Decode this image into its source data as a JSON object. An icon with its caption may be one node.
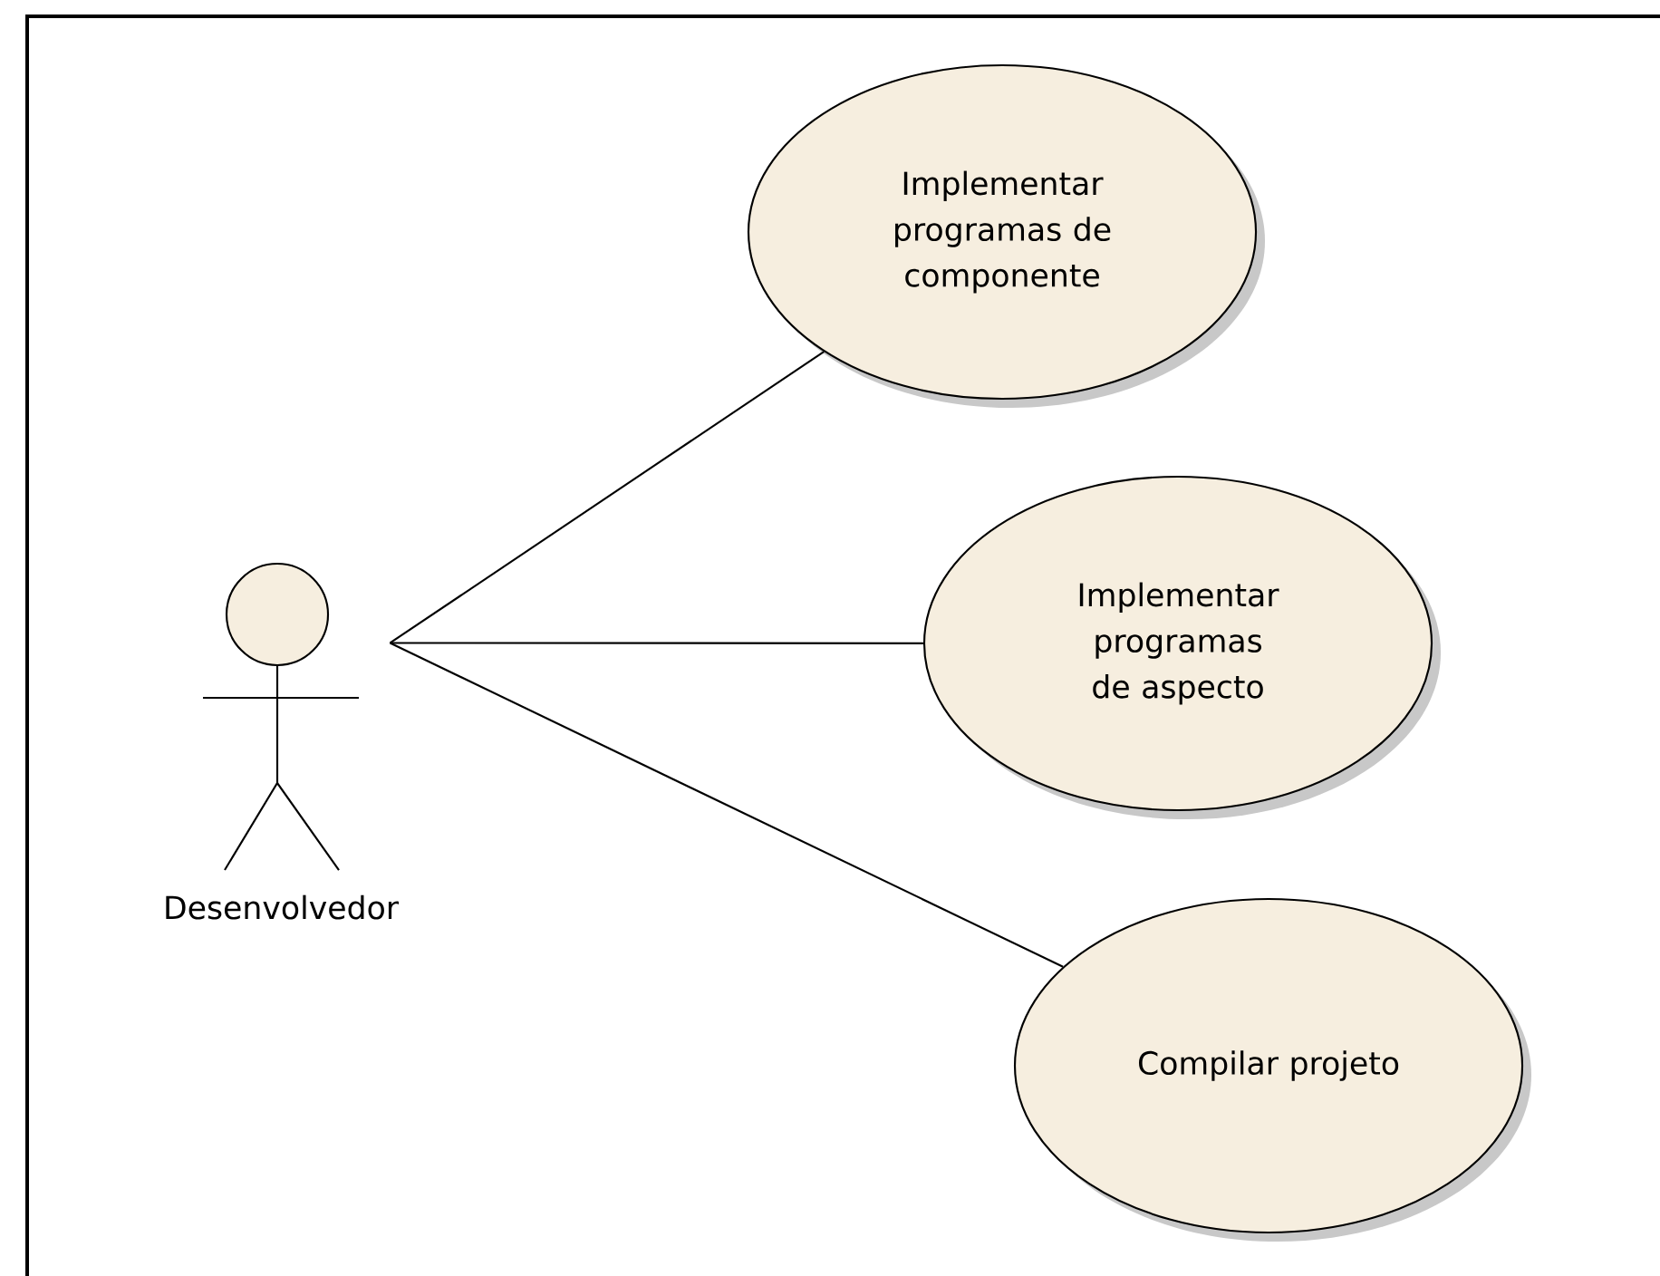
{
  "diagram": {
    "nodes": [
      {
        "text": [
          "Desenvolvedor"
        ]
      },
      {
        "text": [
          "Implementar programas de componente"
        ]
      },
      {
        "text": [
          "Implementar programas de aspecto"
        ]
      },
      {
        "text": [
          "Compilar projeto"
        ]
      }
    ],
    "edges": [
      {
        "from": 0,
        "to": 1,
        "arrow": "none"
      },
      {
        "from": 0,
        "to": 2,
        "arrow": "none"
      },
      {
        "from": 0,
        "to": 3,
        "arrow": "none"
      }
    ]
  }
}
